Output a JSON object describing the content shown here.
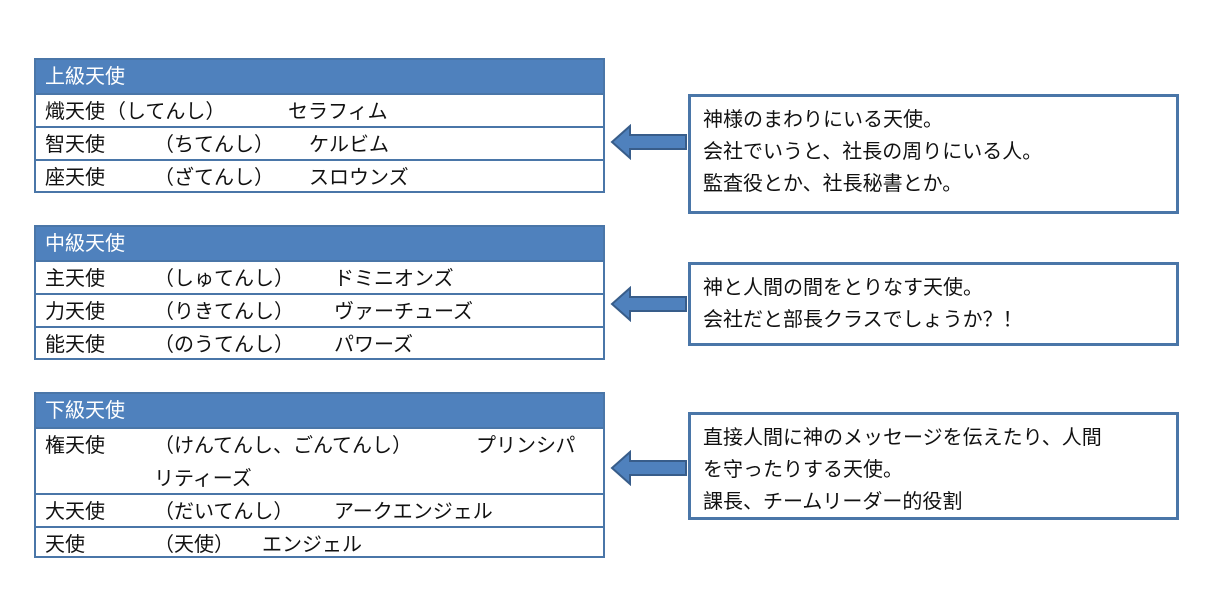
{
  "groups": [
    {
      "title": "上級天使",
      "rows": [
        {
          "name": "熾天使",
          "reading": "（してんし）",
          "english": "セラフィム"
        },
        {
          "name": "智天使",
          "reading": "（ちてんし）",
          "english": "ケルビム"
        },
        {
          "name": "座天使",
          "reading": "（ざてんし）",
          "english": "スロウンズ"
        }
      ]
    },
    {
      "title": "中級天使",
      "rows": [
        {
          "name": "主天使",
          "reading": "（しゅてんし）",
          "english": "ドミニオンズ"
        },
        {
          "name": "力天使",
          "reading": "（りきてんし）",
          "english": "ヴァーチューズ"
        },
        {
          "name": "能天使",
          "reading": "（のうてんし）",
          "english": "パワーズ"
        }
      ]
    },
    {
      "title": "下級天使",
      "rows": [
        {
          "name": "権天使",
          "reading": "（けんてんし、ごんてんし）",
          "english": "プリンシパ",
          "english_cont": "リティーズ"
        },
        {
          "name": "大天使",
          "reading": "（だいてんし）",
          "english": "アークエンジェル"
        },
        {
          "name": "天使",
          "reading": "（天使）",
          "english": "エンジェル"
        }
      ]
    }
  ],
  "notes": [
    {
      "lines": [
        "神様のまわりにいる天使。",
        "会社でいうと、社長の周りにいる人。",
        "監査役とか、社長秘書とか。"
      ]
    },
    {
      "lines": [
        "神と人間の間をとりなす天使。",
        "会社だと部長クラスでしょうか？！"
      ]
    },
    {
      "lines": [
        "直接人間に神のメッセージを伝えたり、人間",
        "を守ったりする天使。",
        "課長、チームリーダー的役割"
      ]
    }
  ],
  "colors": {
    "header": "#4f81bd",
    "border": "#4a76a8",
    "arrow_fill": "#4f81bd",
    "arrow_stroke": "#385d8a"
  }
}
